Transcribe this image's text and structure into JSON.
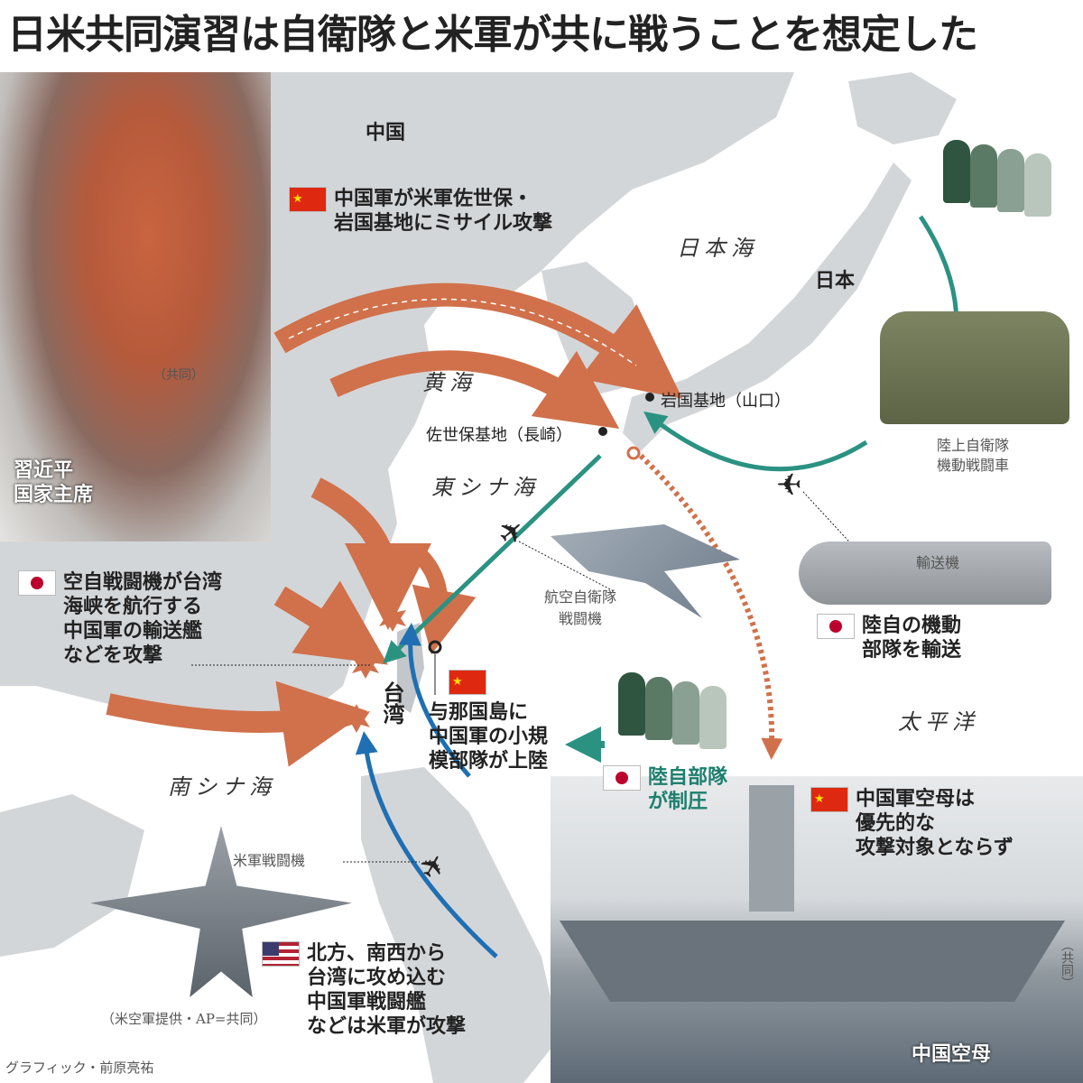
{
  "title": "日米共同演習は自衛隊と米軍が共に戦うことを想定した",
  "map": {
    "countries": {
      "china": "中国",
      "japan": "日本",
      "taiwan": "台湾"
    },
    "seas": {
      "japan_sea": "日本海",
      "yellow_sea": "黄海",
      "east_china_sea": "東シナ海",
      "south_china_sea": "南シナ海",
      "pacific": "太平洋"
    },
    "bases": {
      "iwakuni": "岩国基地（山口）",
      "sasebo": "佐世保基地（長崎）"
    }
  },
  "portrait": {
    "name": "習近平\n国家主席",
    "credit": "（共同）"
  },
  "callouts": [
    {
      "flag": "china",
      "text": "中国軍が米軍佐世保・\n岩国基地にミサイル攻撃"
    },
    {
      "flag": "japan",
      "text": "空自戦闘機が台湾\n海峡を航行する\n中国軍の輸送艦\nなどを攻撃"
    },
    {
      "flag": "china",
      "text": "与那国島に\n中国軍の小規\n模部隊が上陸"
    },
    {
      "flag": "japan",
      "text": "陸自部隊\nが制圧"
    },
    {
      "flag": "japan",
      "text": "陸自の機動\n部隊を輸送"
    },
    {
      "flag": "china",
      "text": "中国軍空母は\n優先的な\n攻撃対象とならず"
    },
    {
      "flag": "usa",
      "text": "北方、南西から\n台湾に攻め込む\n中国軍戦闘艦\nなどは米軍が攻撃"
    }
  ],
  "labels": {
    "tank": "陸上自衛隊\n機動戦闘車",
    "transport": "輸送機",
    "jasdf_fighter": "航空自衛隊\n戦闘機",
    "us_fighter": "米軍戦闘機",
    "us_fighter_credit": "（米空軍提供・AP=共同）",
    "carrier": "中国空母",
    "carrier_credit": "（共同）",
    "graphic_credit": "グラフィック・前原亮祐"
  },
  "colors": {
    "china_attack": "#d0714b",
    "jsdf": "#2b9282",
    "us": "#1f6fb2",
    "land": "#d3d6d9"
  }
}
